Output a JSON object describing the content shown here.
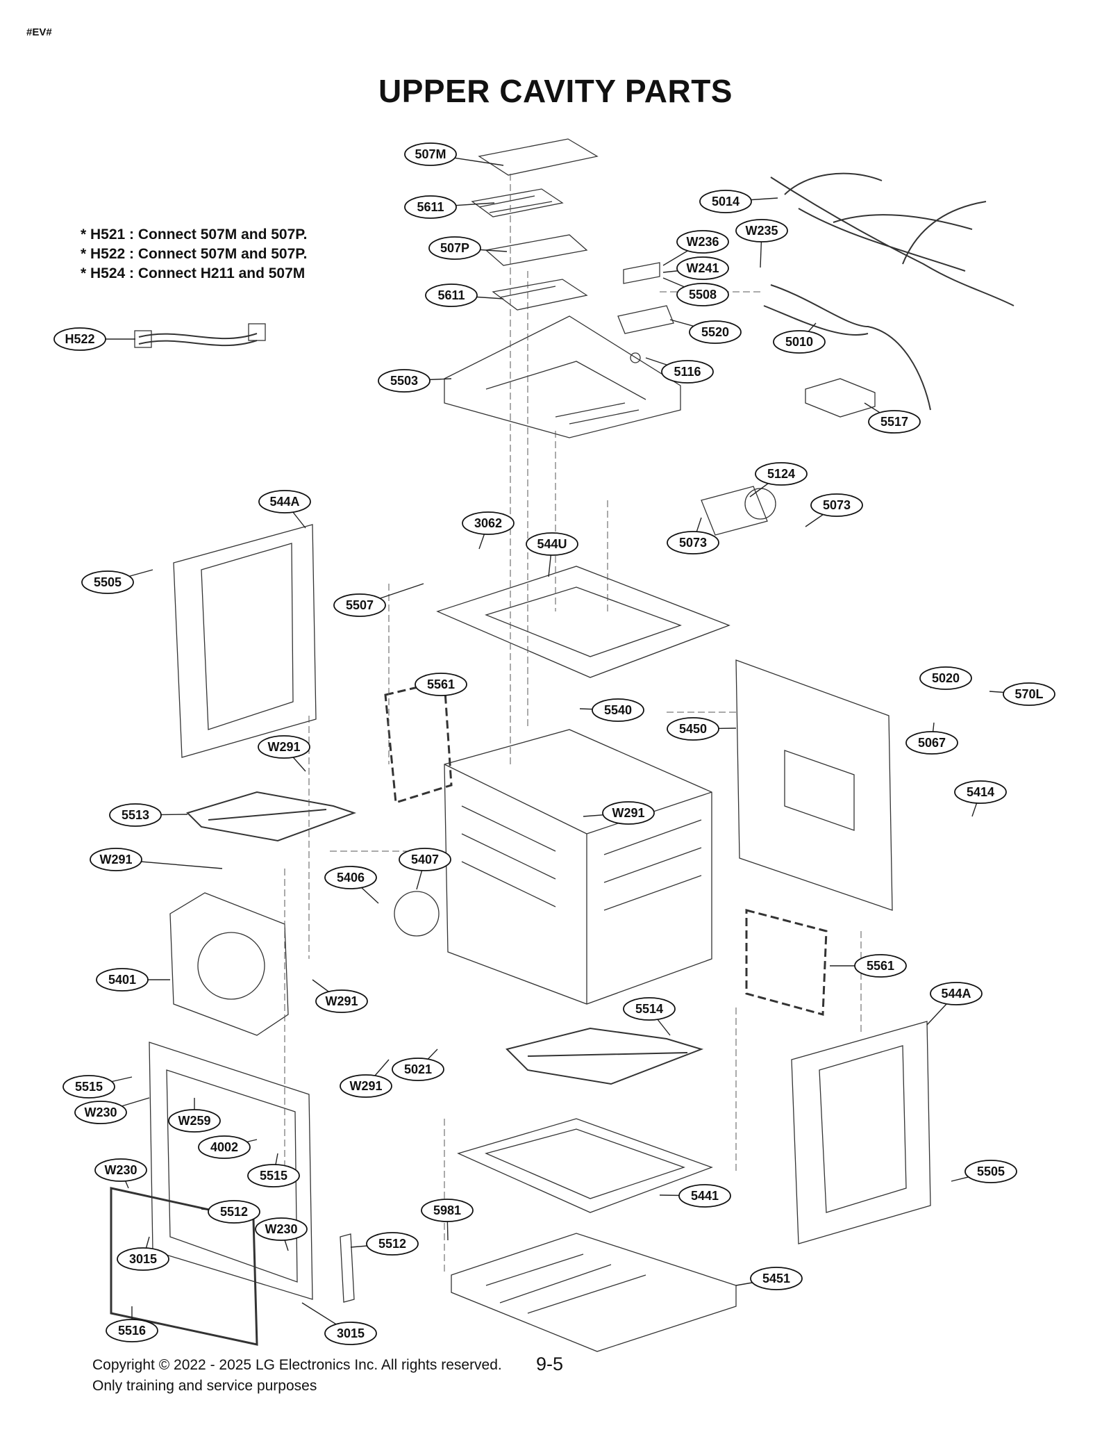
{
  "doc_tag": "#EV#",
  "title": "UPPER CAVITY PARTS",
  "notes": [
    "* H521 : Connect 507M and 507P.",
    "* H522 : Connect 507M and 507P.",
    "* H524 : Connect H211 and 507M"
  ],
  "part_labels": [
    "507M",
    "5611",
    "507P",
    "5611",
    "5503",
    "W236",
    "W241",
    "5508",
    "5520",
    "5116",
    "5014",
    "W235",
    "5010",
    "5517",
    "H522",
    "544A",
    "5505",
    "3062",
    "544U",
    "5507",
    "5124",
    "5073",
    "5073",
    "5561",
    "5540",
    "5450",
    "5020",
    "570L",
    "5067",
    "W291",
    "5513",
    "W291",
    "5414",
    "W291",
    "5406",
    "5407",
    "5401",
    "W291",
    "5561",
    "544A",
    "5514",
    "5021",
    "W291",
    "5515",
    "W230",
    "W259",
    "4002",
    "5515",
    "W230",
    "5512",
    "W230",
    "5512",
    "3015",
    "5516",
    "3015",
    "5981",
    "5441",
    "5505",
    "5451"
  ],
  "footer": {
    "copyright": "Copyright © 2022 - 2025 LG Electronics Inc. All rights reserved.",
    "purpose": "Only training and service purposes",
    "page_number": "9-5"
  }
}
